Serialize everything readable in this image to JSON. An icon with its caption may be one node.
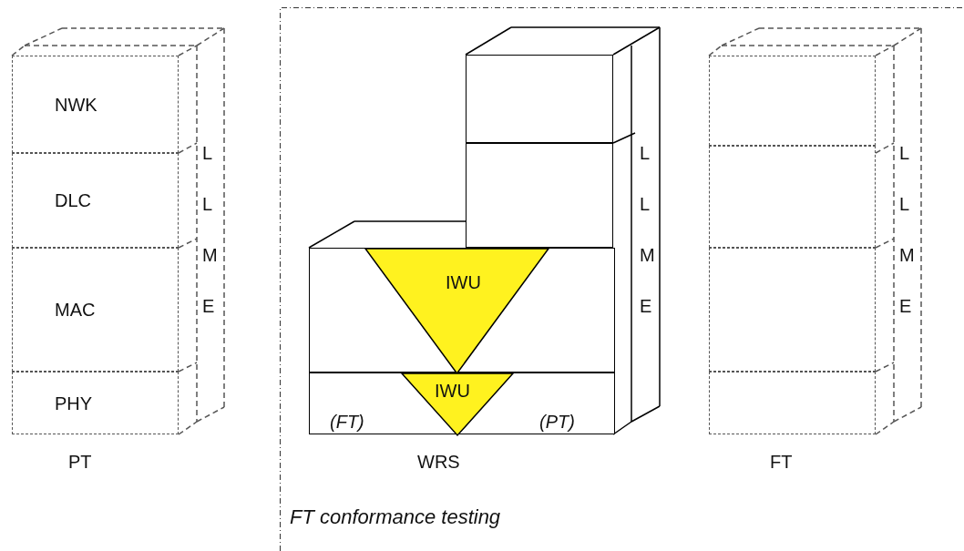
{
  "diagram": {
    "nodes": [
      {
        "text": [
          "NWK"
        ]
      },
      {
        "text": [
          "DLC"
        ]
      },
      {
        "text": [
          "MAC"
        ]
      },
      {
        "text": [
          "PHY"
        ]
      },
      {
        "text": [
          "L L M E"
        ]
      },
      {
        "text": [
          "FT conformance testing"
        ]
      },
      {
        "text": [],
        "shape": "box",
        "in": 5
      },
      {
        "text": [],
        "shape": "box",
        "in": 5
      },
      {
        "text": [],
        "shape": "box",
        "in": 5
      },
      {
        "text": [
          "IWU"
        ],
        "in": 8
      },
      {
        "text": [
          "(FT)",
          "(PT)"
        ],
        "in": 5
      },
      {
        "text": [
          "IWU"
        ],
        "in": 10
      },
      {
        "text": [
          "L L M E"
        ],
        "in": 5
      },
      {
        "text": [],
        "shape": "box",
        "in": 5
      },
      {
        "text": [],
        "shape": "box",
        "in": 5
      },
      {
        "text": [],
        "shape": "box",
        "in": 5
      },
      {
        "text": [],
        "shape": "box",
        "in": 5
      },
      {
        "text": [
          "L L M E"
        ],
        "in": 5
      }
    ],
    "edges": [],
    "labels": [
      "PT",
      "WRS",
      "FT"
    ]
  }
}
